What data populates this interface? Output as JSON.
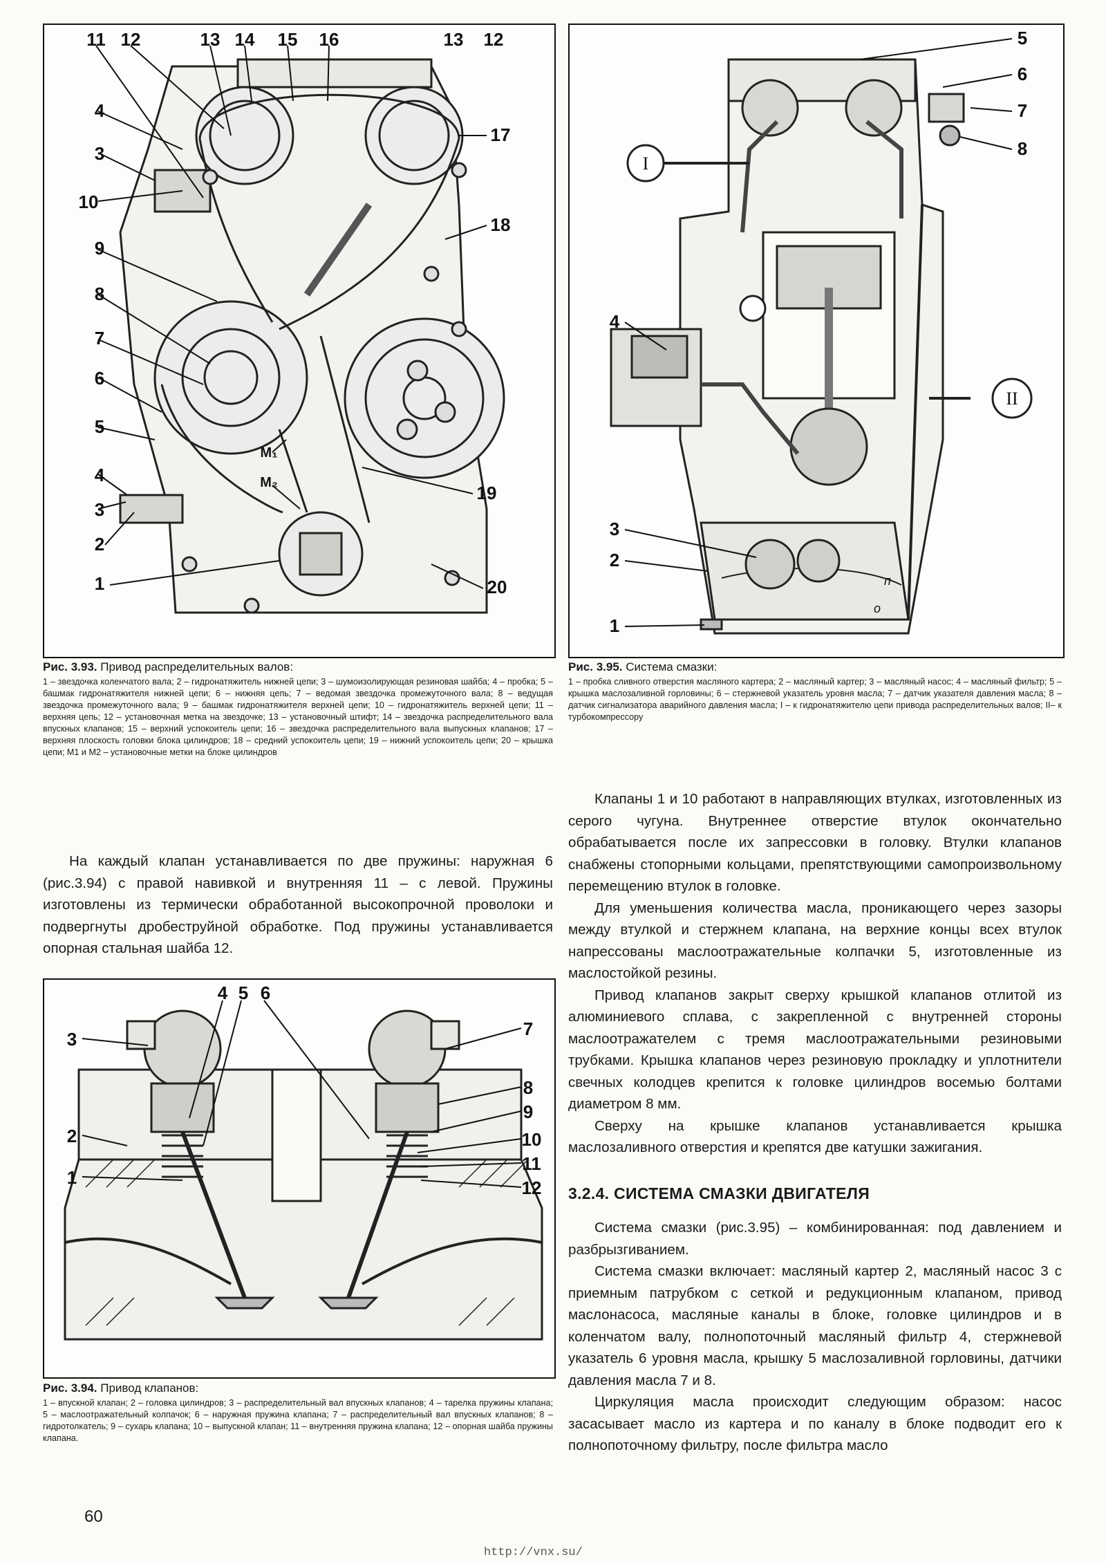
{
  "fig393": {
    "callouts": [
      "1",
      "2",
      "3",
      "4",
      "5",
      "6",
      "7",
      "8",
      "9",
      "10",
      "11",
      "12",
      "13",
      "14",
      "15",
      "16",
      "13",
      "12",
      "17",
      "18",
      "19",
      "20",
      "4",
      "3",
      "M₁",
      "M₂"
    ],
    "caption_title": "Рис. 3.93.",
    "caption_name": "Привод распределительных валов:",
    "caption_body": "1 – звездочка коленчатого вала; 2 – гидронатяжитель нижней цепи; 3 – шумоизолирующая резиновая шайба; 4 – пробка; 5 – башмак гидронатяжителя нижней цепи; 6 – нижняя цепь; 7 – ведомая звездочка промежуточного вала; 8 – ведущая звездочка промежуточного вала; 9 – башмак гидронатяжителя верхней цепи; 10 – гидронатяжитель верхней цепи; 11 – верхняя цепь; 12 – установочная метка на звездочке; 13 – установочный штифт; 14 – звездочка распределительного вала впускных клапанов; 15 – верхний успокоитель цепи; 16 – звездочка распределительного вала выпускных клапанов; 17 – верхняя плоскость головки блока цилиндров; 18 – средний успокоитель цепи; 19 – нижний успокоитель цепи; 20 – крышка цепи; М1 и М2 – установочные метки на блоке цилиндров"
  },
  "fig394": {
    "callouts": [
      "1",
      "2",
      "3",
      "4",
      "5",
      "6",
      "7",
      "8",
      "9",
      "10",
      "11",
      "12"
    ],
    "caption_title": "Рис. 3.94.",
    "caption_name": "Привод клапанов:",
    "caption_body": "1 – впускной клапан; 2 – головка цилиндров; 3 – распределительный вал впускных клапанов; 4 – тарелка пружины клапана; 5 – маслоотражательный колпачок; 6 – наружная пружина клапана; 7 – распределительный вал впускных клапанов; 8 – гидротолкатель; 9 – сухарь клапана; 10 – выпускной клапан; 11 – внутренняя пружина клапана; 12 – опорная шайба пружины клапана."
  },
  "fig395": {
    "callouts": [
      "1",
      "2",
      "3",
      "4",
      "5",
      "6",
      "7",
      "8",
      "I",
      "II",
      "п",
      "о"
    ],
    "caption_title": "Рис. 3.95.",
    "caption_name": "Система смазки:",
    "caption_body": "1 – пробка сливного отверстия масляного картера; 2 – масляный картер; 3 – масляный насос; 4 – масляный фильтр; 5 – крышка маслозаливной горловины; 6 – стержневой указатель уровня масла; 7 – датчик указателя давления масла; 8 – датчик сигнализатора аварийного давления масла; I – к гидронатяжителю цепи привода распределительных валов; II– к турбокомпрессору"
  },
  "left_text": {
    "p1": "На каждый клапан устанавливается по две пружины: наружная 6 (рис.3.94) с правой навивкой и внутренняя 11 – с левой. Пружины изготовлены из термически обработанной высокопрочной проволоки и подвергнуты дробеструйной обработке. Под пружины устанавливается опорная стальная шайба 12."
  },
  "right_text": {
    "p1": "Клапаны 1 и 10 работают в направляющих втулках, изготовленных из серого чугуна. Внутреннее отверстие втулок окончательно обрабатывается после их запрессовки в головку. Втулки клапанов снабжены стопорными кольцами, препятствующими самопроизвольному перемещению втулок в головке.",
    "p2": "Для уменьшения количества масла, проникающего через зазоры между втулкой и стержнем клапана, на верхние концы всех втулок напрессованы маслоотражательные колпачки 5, изготовленные из маслостойкой резины.",
    "p3": "Привод клапанов закрыт сверху крышкой клапанов отлитой из алюминиевого сплава, с закрепленной с внутренней стороны маслоотражателем с тремя маслоотражательными резиновыми трубками. Крышка клапанов через резиновую прокладку и уплотнители свечных колодцев крепится к головке цилиндров восемью болтами диаметром 8 мм.",
    "p4": "Сверху на крышке клапанов устанавливается крышка маслозаливного отверстия и крепятся две катушки зажигания.",
    "heading": "3.2.4. СИСТЕМА СМАЗКИ ДВИГАТЕЛЯ",
    "p5": "Система смазки (рис.3.95) – комбинированная: под давлением и разбрызгиванием.",
    "p6": "Система смазки включает: масляный картер 2, масляный насос 3 с приемным патрубком с сеткой и редукционным клапаном, привод маслонасоса, масляные каналы в блоке, головке цилиндров и в коленчатом валу, полнопоточный масляный фильтр 4, стержневой указатель 6 уровня масла, крышку 5 маслозаливной горловины, датчики давления масла 7 и 8.",
    "p7": "Циркуляция масла происходит следующим образом: насос засасывает масло из картера и по каналу в блоке подводит его к полнопоточному фильтру, после фильтра масло"
  },
  "page_number": "60",
  "footer_url": "http://vnx.su/"
}
